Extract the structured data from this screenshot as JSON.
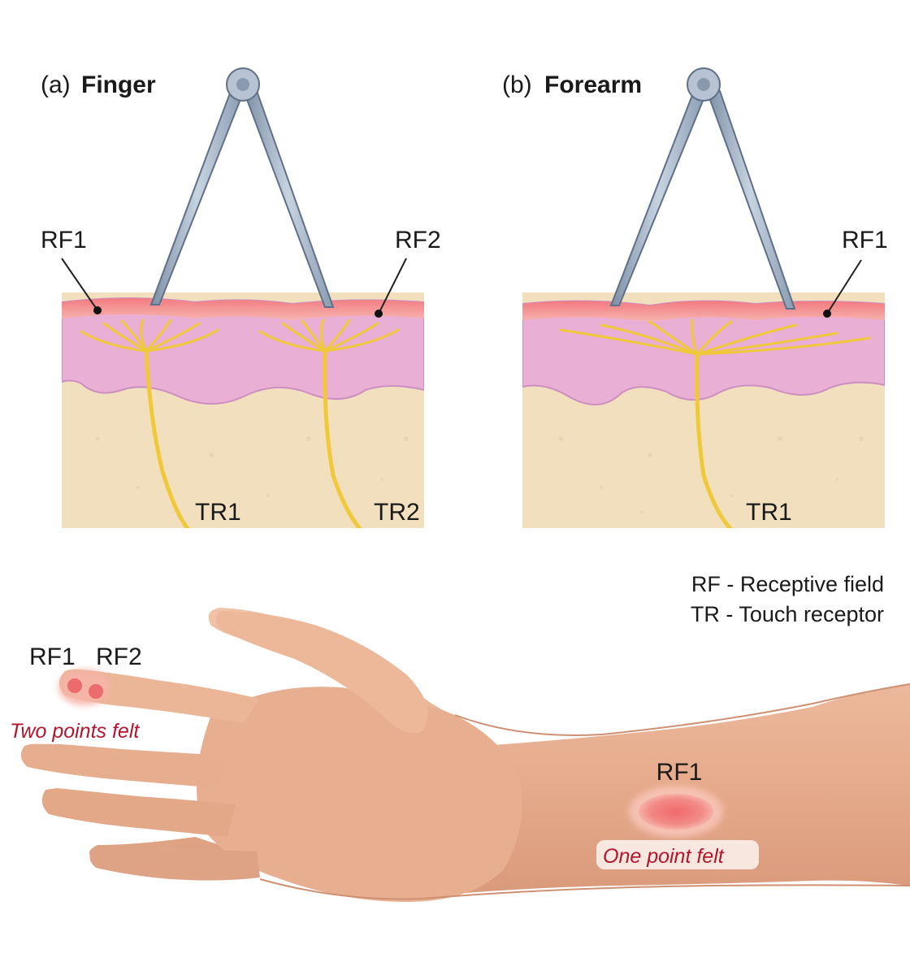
{
  "panel_a": {
    "prefix": "(a)",
    "title": "Finger",
    "rf_left": "RF1",
    "rf_right": "RF2",
    "tr_left": "TR1",
    "tr_right": "TR2"
  },
  "panel_b": {
    "prefix": "(b)",
    "title": "Forearm",
    "rf": "RF1",
    "tr": "TR1"
  },
  "legend": {
    "rf": "RF - Receptive field",
    "tr": "TR - Touch receptor"
  },
  "hand": {
    "finger_rf1": "RF1",
    "finger_rf2": "RF2",
    "finger_caption": "Two points felt",
    "forearm_rf": "RF1",
    "forearm_caption": "One point felt"
  },
  "colors": {
    "epidermis_top": "#f3868a",
    "dermis": "#eab0d6",
    "hypodermis": "#f2dfbe",
    "nerve": "#f3cf3e",
    "caliper": "#9fb0c4",
    "skin_tone": "#e8b294",
    "caption_red": "#b3162d"
  }
}
